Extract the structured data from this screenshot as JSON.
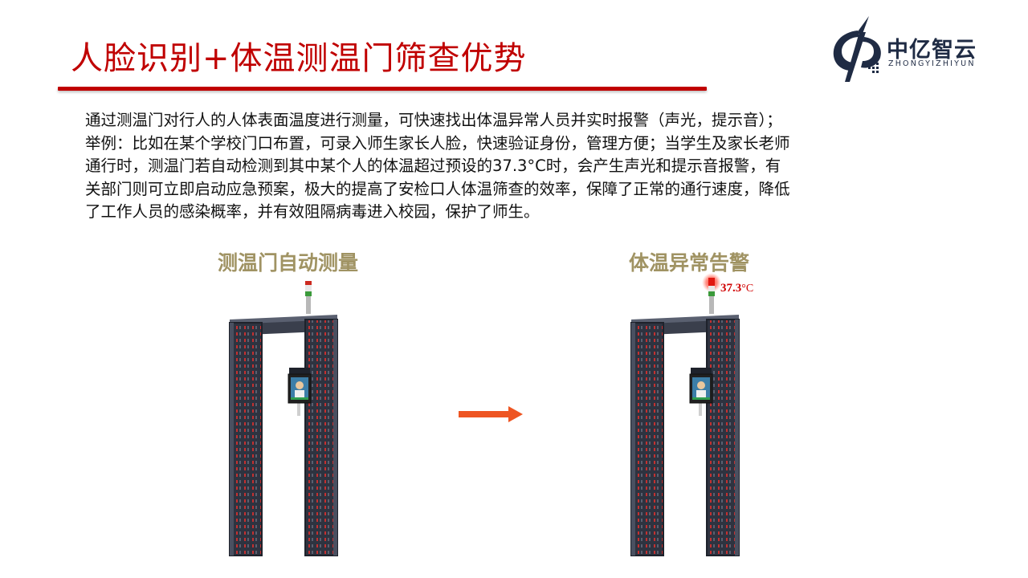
{
  "header": {
    "title": "人脸识别+体温测温门筛查优势"
  },
  "logo": {
    "name": "中亿智云",
    "subtitle": "ZHONGYIZHIYUN",
    "icon": "company-logo-icon"
  },
  "body": {
    "lines": [
      "通过测温门对行人的人体表面温度进行测量，可快速找出体温异常人员并实时报警（声光，提示音）；",
      "举例：比如在某个学校门口布置，可录入师生家长人脸，快速验证身份，管理方便；当学生及家长老师",
      "通行时，测温门若自动检测到其中某个人的体温超过预设的37.3°C时，会产生声光和提示音报警，有",
      "关部门则可立即启动应急预案，极大的提高了安检口人体温筛查的效率，保障了正常的通行速度，降低",
      "了工作人员的感染概率，并有效阻隔病毒进入校园，保护了师生。"
    ]
  },
  "panels": {
    "left_caption": "测温门自动测量",
    "right_caption": "体温异常告警",
    "alarm_temp": "37.3",
    "alarm_unit": "°C",
    "arrow_icon": "right-arrow-icon"
  },
  "colors": {
    "title": "#c00000",
    "caption": "#a09363",
    "arrow": "#ee5522",
    "alarm": "#d00000",
    "logo": "#1f2b44"
  }
}
